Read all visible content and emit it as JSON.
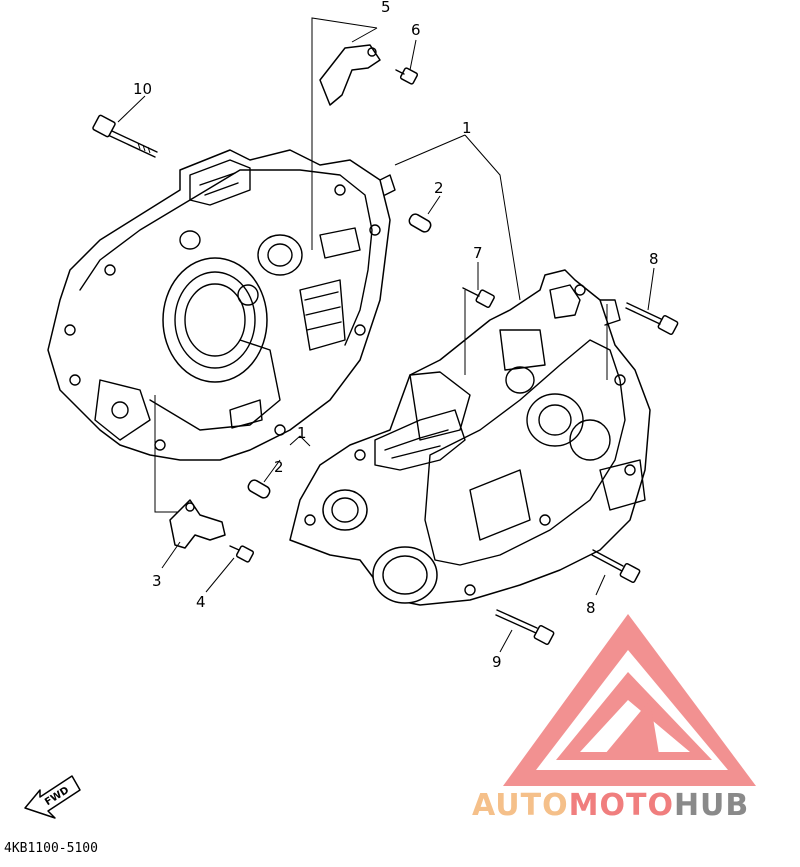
{
  "callouts": [
    "1",
    "1",
    "2",
    "2",
    "3",
    "4",
    "5",
    "6",
    "7",
    "8",
    "8",
    "9",
    "10"
  ],
  "diagram_code": "4KB1100-5100",
  "fwd_label": "FWD",
  "watermark": {
    "part1": "AUTO",
    "part2": "MOTO",
    "part3": "HUB",
    "color_auto": "#f5c08a",
    "color_moto": "#f07e7e",
    "color_hub": "#8a8a8a",
    "logo_color": "#f07e7e"
  }
}
